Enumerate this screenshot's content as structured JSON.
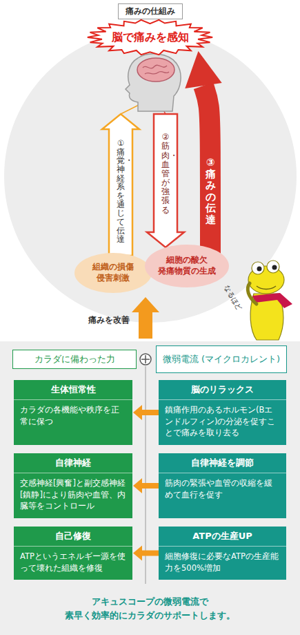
{
  "diagram": {
    "title": "痛みの仕組み",
    "caption": "アキュスコープの微弱電流で 素早く効率的にカラダのサポートします。",
    "nodes": [
      {
        "text": [
          "脳で痛みを感知"
        ]
      },
      {
        "text": [
          "組織の損傷 侵害刺激"
        ]
      },
      {
        "text": [
          "細胞の酸欠 発痛物質の生成"
        ]
      },
      {
        "text": [
          "カラダに備わった力"
        ]
      },
      {
        "text": [
          "微弱電流 (マイクロカレント)"
        ]
      },
      {
        "text": [
          "生体恒常性",
          "カラダの各機能や秩序を正常に保つ"
        ]
      },
      {
        "text": [
          "脳のリラックス",
          "鎮痛作用のあるホルモン(Bエンドルフィン)の分泌を促すことで痛みを取り去る"
        ]
      },
      {
        "text": [
          "自律神経",
          "交感神経[興奮]と副交感神経[鎮静]により筋肉や血管、内臓等をコントロール"
        ]
      },
      {
        "text": [
          "自律神経を調節",
          "筋肉の緊張や血管の収縮を緩めて血行を促す"
        ]
      },
      {
        "text": [
          "自己修復",
          "ATPというエネルギー源を使って壊れた組織を修復"
        ]
      },
      {
        "text": [
          "ATPの生産UP",
          "細胞修復に必要なATPの生産能力を500%増加"
        ]
      }
    ],
    "edges": [
      {
        "from": 1,
        "to": 0,
        "label": "①痛覚・神経系を通じて伝達",
        "arrow": "to"
      },
      {
        "from": 0,
        "to": 2,
        "label": "②筋肉・血管が強張る",
        "arrow": "to"
      },
      {
        "from": 2,
        "to": 0,
        "label": "③痛みの伝達",
        "arrow": "to"
      },
      {
        "from": 6,
        "to": 5,
        "arrow": "to"
      },
      {
        "from": 8,
        "to": 7,
        "arrow": "to"
      },
      {
        "from": 10,
        "to": 9,
        "arrow": "to"
      }
    ],
    "labels": [
      "痛みを改善",
      "なるほど"
    ]
  }
}
